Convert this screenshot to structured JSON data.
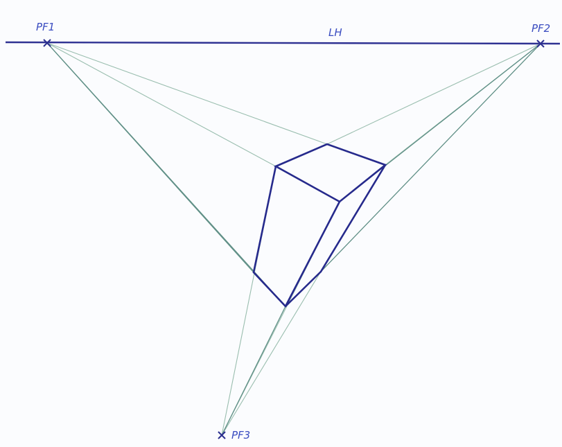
{
  "labels": {
    "vanishing_point_1": "PF1",
    "vanishing_point_2": "PF2",
    "vanishing_point_3": "PF3",
    "horizon_line": "LH"
  },
  "colors": {
    "background": "#fbfcfe",
    "horizon": "#2e3192",
    "cube_edges": "#262a8c",
    "construction_lines": "#8fb7a6",
    "label_text": "#3a4cc0"
  }
}
